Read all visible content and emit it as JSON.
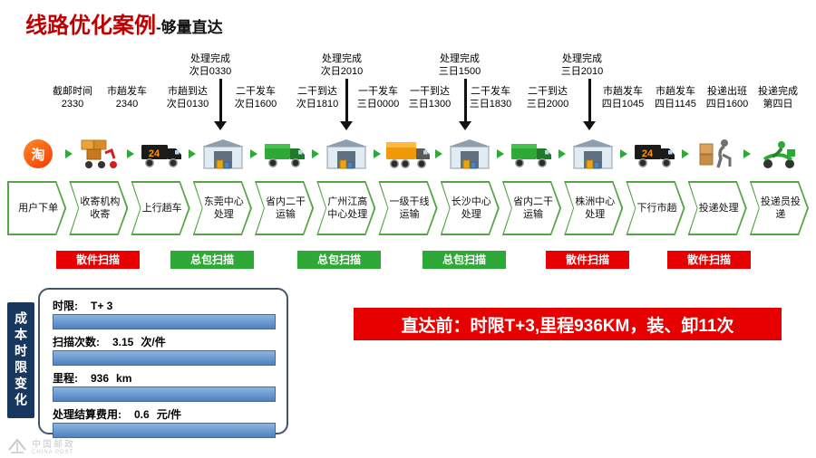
{
  "title": {
    "main": "线路优化案例",
    "suffix": "-够量直达"
  },
  "timeline": {
    "labels": [
      {
        "text": "截邮时间\n2330"
      },
      {
        "text": "市趟发车\n2340"
      },
      {
        "text": "市趟到达\n次日0130"
      },
      {
        "text": "二干发车\n次日1600"
      },
      {
        "text": "二干到达\n次日1810"
      },
      {
        "text": "一干发车\n三日0000"
      },
      {
        "text": "一干到达\n三日1300"
      },
      {
        "text": "二干发车\n三日1830"
      },
      {
        "text": "二干到达\n三日2000"
      },
      {
        "text": "市趟发车\n四日1045"
      },
      {
        "text": "市趟发车\n四日1145"
      },
      {
        "text": "投递出班\n四日1600"
      },
      {
        "text": "投递完成\n第四日"
      }
    ],
    "upper_labels": [
      {
        "text": "处理完成\n次日0330"
      },
      {
        "text": "处理完成\n次日2010"
      },
      {
        "text": "处理完成\n三日1500"
      },
      {
        "text": "处理完成\n三日2010"
      }
    ],
    "steps": [
      "用户下单",
      "收寄机构收寄",
      "上行趟车",
      "东莞中心处理",
      "省内二干运输",
      "广州江高中心处理",
      "一级干线运输",
      "长沙中心处理",
      "省内二干运输",
      "株洲中心处理",
      "下行市趟",
      "投递处理",
      "投递员投递"
    ],
    "icons": [
      "taobao-icon",
      "parcel-tricycle-icon",
      "truck-24-black-icon",
      "hub-building-icon",
      "truck-green-icon",
      "hub-building-icon",
      "trunkline-truck-icon",
      "hub-building-icon",
      "truck-green-icon",
      "hub-building-icon",
      "truck-24-black-icon",
      "porter-parcels-icon",
      "delivery-rider-icon"
    ],
    "glyphs": {
      "taobao": "淘",
      "express24": "24"
    },
    "badges": [
      {
        "label": "散件扫描",
        "type": "red"
      },
      {
        "label": "总包扫描",
        "type": "green"
      },
      {
        "label": "总包扫描",
        "type": "green"
      },
      {
        "label": "总包扫描",
        "type": "green"
      },
      {
        "label": "散件扫描",
        "type": "red"
      },
      {
        "label": "散件扫描",
        "type": "red"
      }
    ]
  },
  "metrics_panel": {
    "tab": "成本时限变化",
    "rows": [
      {
        "name": "时限:",
        "value": "T+ 3",
        "unit": ""
      },
      {
        "name": "扫描次数:",
        "value": "3.15",
        "unit": "次/件"
      },
      {
        "name": "里程:",
        "value": "936",
        "unit": "km"
      },
      {
        "name": "处理结算费用:",
        "value": "0.6",
        "unit": "元/件"
      }
    ]
  },
  "banner": {
    "text": "直达前：时限T+3,里程936KM，装、卸11次"
  },
  "watermark": {
    "cn": "中国邮政",
    "en": "CHINA POST"
  },
  "colors": {
    "title_red": "#c00000",
    "badge_red": "#e60000",
    "badge_green": "#2ea836",
    "bar_blue": "#4f81bd",
    "tab_navy": "#17375e",
    "step_border_green": "#55a546"
  }
}
